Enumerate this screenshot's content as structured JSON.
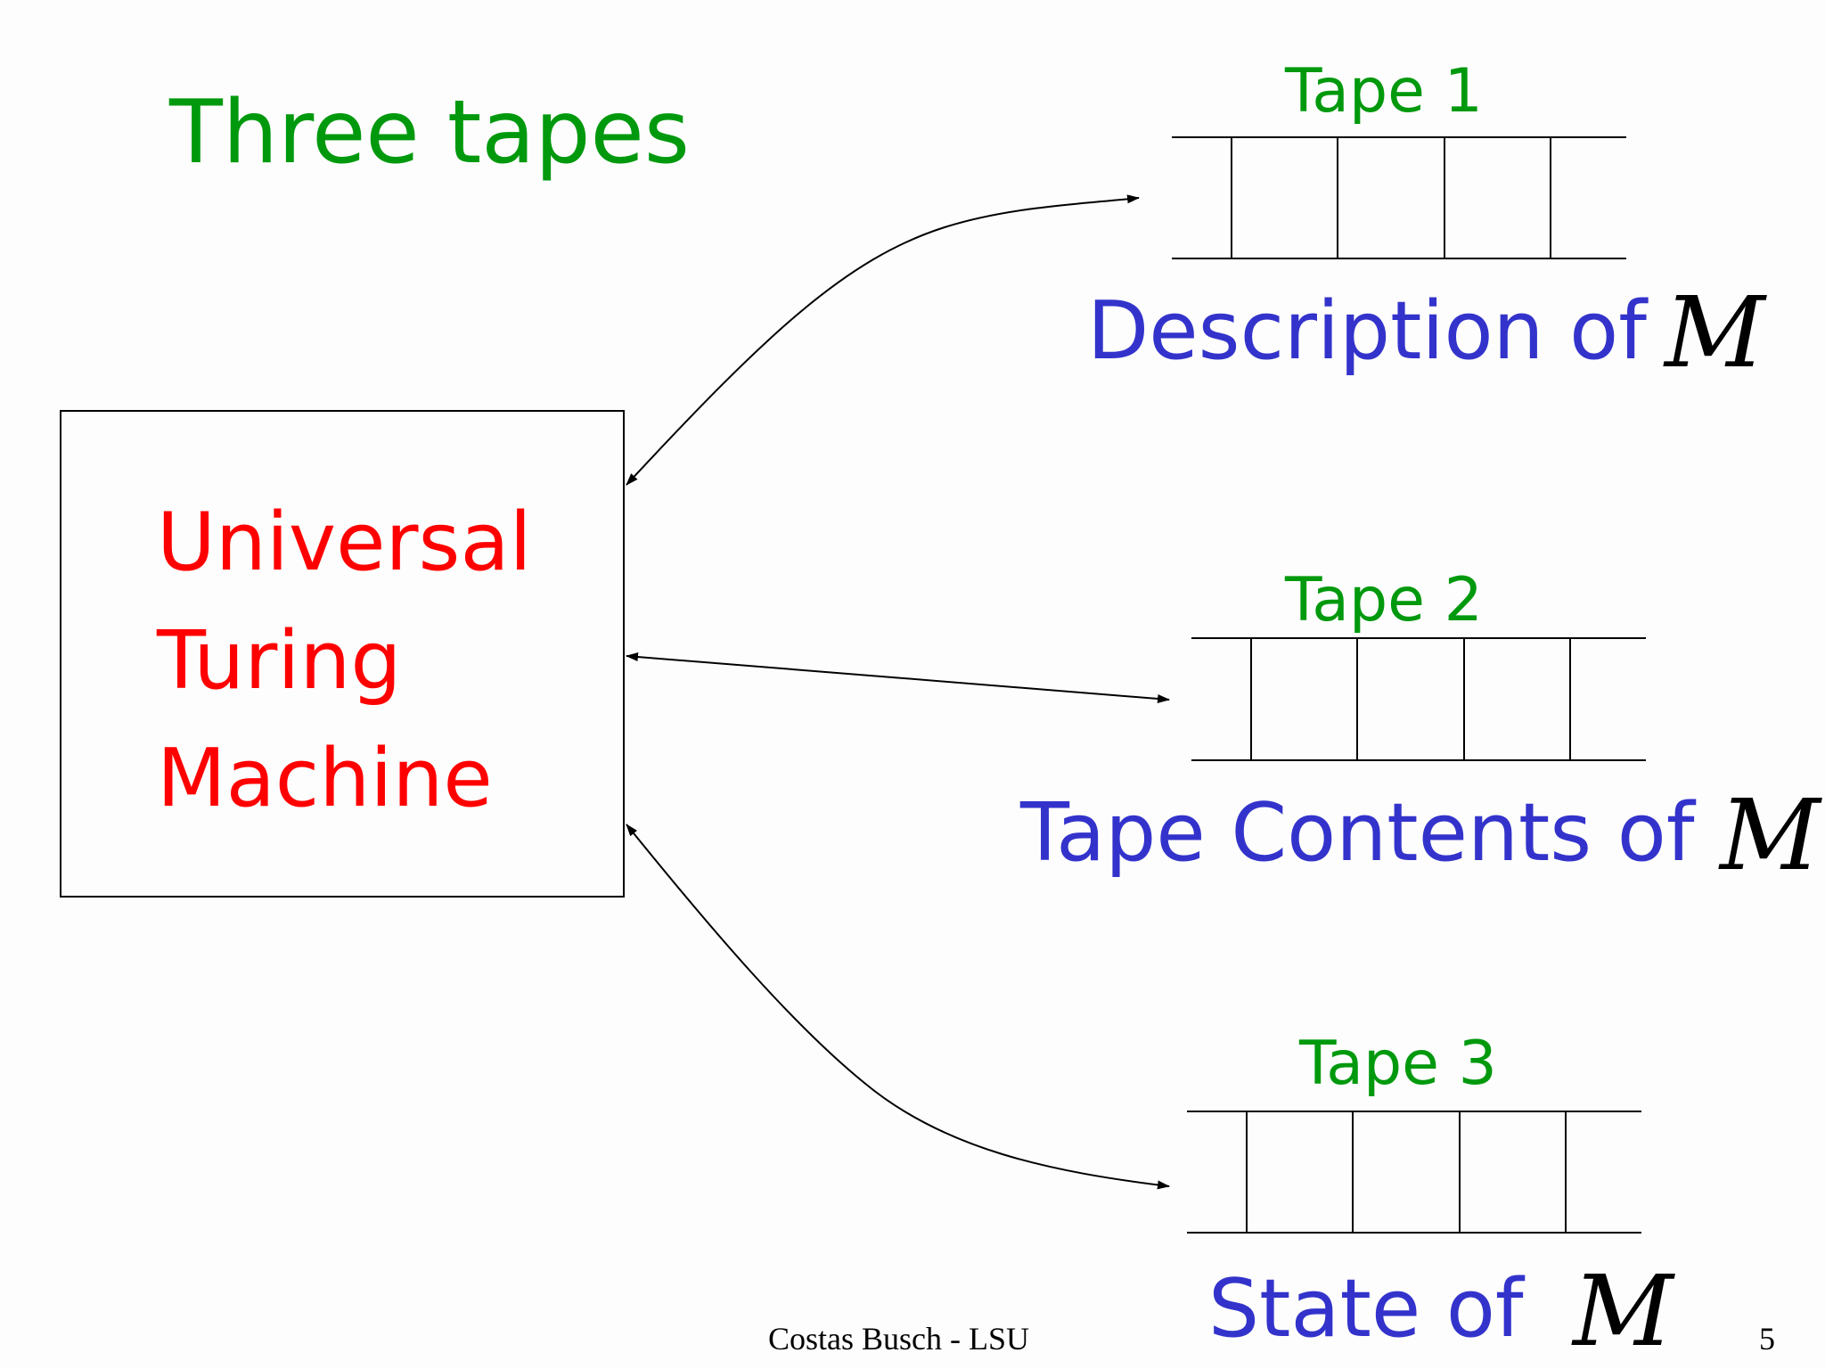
{
  "slide": {
    "title": "Three tapes",
    "utm": {
      "line1": "Universal",
      "line2": "Turing",
      "line3": "Machine"
    },
    "tapes": [
      {
        "label": "Tape 1",
        "content_text": "Description of",
        "symbol": "M"
      },
      {
        "label": "Tape 2",
        "content_text": "Tape Contents of",
        "symbol": "M"
      },
      {
        "label": "Tape 3",
        "content_text": "State of",
        "symbol": "M"
      }
    ],
    "footer": {
      "author": "Costas Busch - LSU",
      "page_number": "5"
    }
  },
  "colors": {
    "title_green": "#00990d",
    "utm_red": "#ff0000",
    "desc_blue": "#3333cc",
    "line_black": "#000000"
  }
}
